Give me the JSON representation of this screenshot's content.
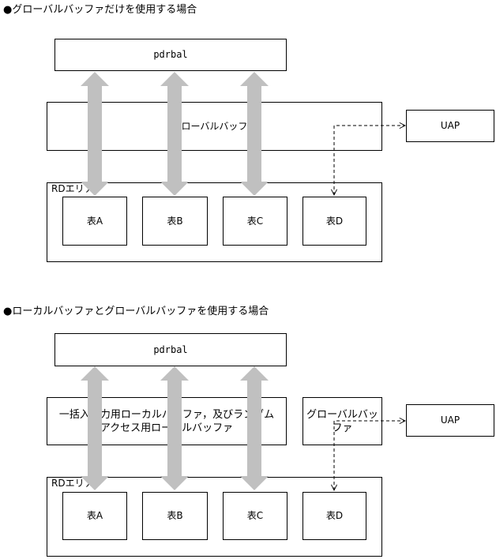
{
  "diagram1": {
    "heading": "●グローバルバッファだけを使用する場合",
    "server": "pdrbal",
    "buffer": "グローバルバッファ",
    "uap": "UAP",
    "rd_area": "RDエリア",
    "tables": [
      "表A",
      "表B",
      "表C",
      "表D"
    ]
  },
  "diagram2": {
    "heading": "●ローカルバッファとグローバルバッファを使用する場合",
    "server": "pdrbal",
    "local_buffer_line1": "一括入出力用ローカルバッファ，及びランダム",
    "local_buffer_line2": "アクセス用ローカルバッファ",
    "global_buffer_line1": "グローバルバッ",
    "global_buffer_line2": "ファ",
    "uap": "UAP",
    "rd_area": "RDエリア",
    "tables": [
      "表A",
      "表B",
      "表C",
      "表D"
    ]
  },
  "colors": {
    "arrow_fill": "#c0c0c0",
    "line": "#000000",
    "background": "#ffffff"
  }
}
